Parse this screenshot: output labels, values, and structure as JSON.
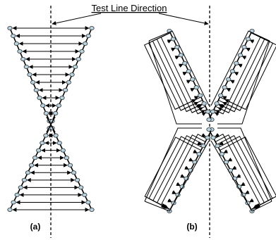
{
  "title": "Test Line Direction",
  "panels": [
    {
      "id": "a",
      "label": "(a)"
    },
    {
      "id": "b",
      "label": "(b)"
    }
  ],
  "colors": {
    "line": "#000000",
    "node_fill": "#b7d3df",
    "node_stroke": "#2b2b2b",
    "background": "#ffffff"
  },
  "icons": {
    "node": "circle-node-icon",
    "arrow": "arrowhead-icon"
  }
}
